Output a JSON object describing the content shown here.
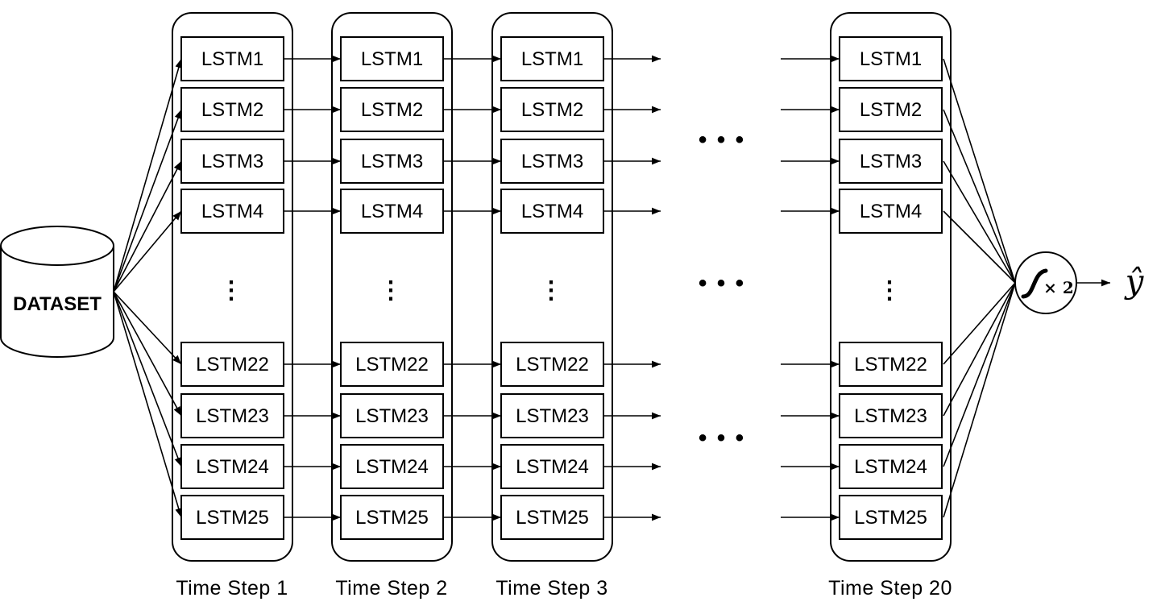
{
  "dataset_label": "DATASET",
  "output_label": "ŷ",
  "activation_multiplier": "× 2",
  "horizontal_ellipsis": "• • •",
  "vertical_ellipsis": "⋮",
  "time_steps": [
    {
      "label": "Time Step 1"
    },
    {
      "label": "Time Step 2"
    },
    {
      "label": "Time Step 3"
    },
    {
      "label": "Time Step 20"
    }
  ],
  "lstm_units": [
    "LSTM1",
    "LSTM2",
    "LSTM3",
    "LSTM4",
    "LSTM22",
    "LSTM23",
    "LSTM24",
    "LSTM25"
  ],
  "icons": {
    "activation": "sigmoid-icon",
    "dataset": "database-cylinder-icon"
  },
  "colors": {
    "stroke": "#000000",
    "background": "#ffffff"
  }
}
